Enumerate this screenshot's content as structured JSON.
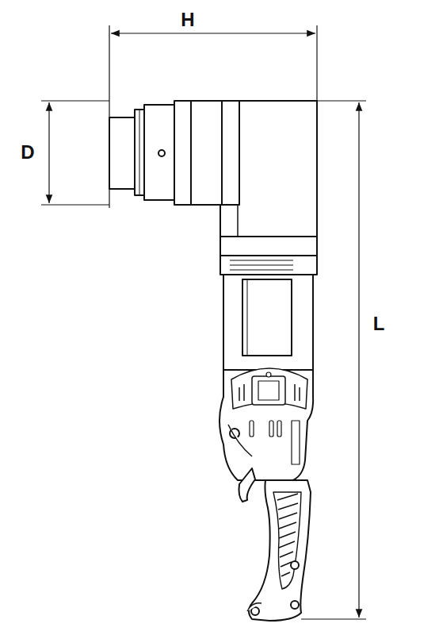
{
  "diagram": {
    "labels": [
      "H",
      "D",
      "L"
    ]
  }
}
